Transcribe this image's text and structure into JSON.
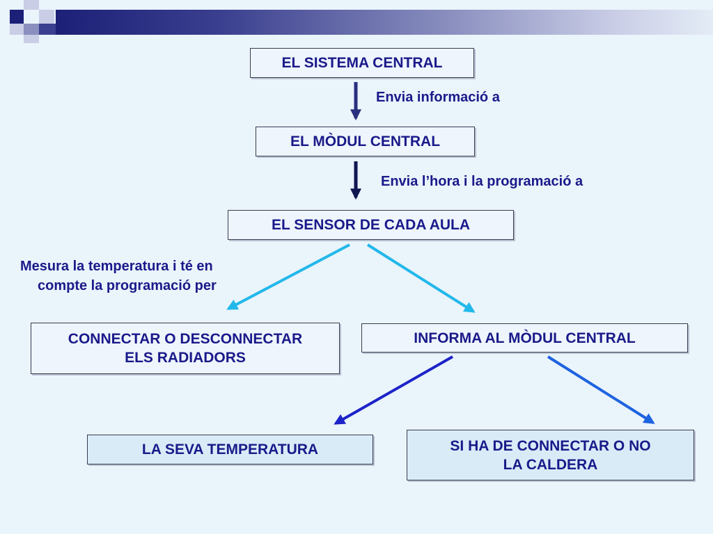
{
  "nodes": {
    "sistema_central": "EL SISTEMA CENTRAL",
    "modul_central": "EL MÒDUL CENTRAL",
    "sensor_aula": "EL SENSOR DE CADA AULA",
    "connectar_radiadors_line1": "CONNECTAR O DESCONNECTAR",
    "connectar_radiadors_line2": "ELS RADIADORS",
    "informa_modul": "INFORMA AL MÒDUL CENTRAL",
    "seva_temperatura": "LA SEVA TEMPERATURA",
    "connectar_caldera_line1": "SI HA DE CONNECTAR O NO",
    "connectar_caldera_line2": "LA CALDERA"
  },
  "edge_labels": {
    "envia_informacio": "Envia informació a",
    "envia_hora": "Envia l’hora i la programació a",
    "mesura_line1": "Mesura la temperatura i té en",
    "mesura_line2": "compte la programació per"
  },
  "colors": {
    "dark_arrow": "#2b2f7f",
    "cyan_arrow": "#22b8ea",
    "blue_arrow": "#1c23c8",
    "mid_blue_arrow": "#1e63e0",
    "text": "#1a1a8a"
  }
}
